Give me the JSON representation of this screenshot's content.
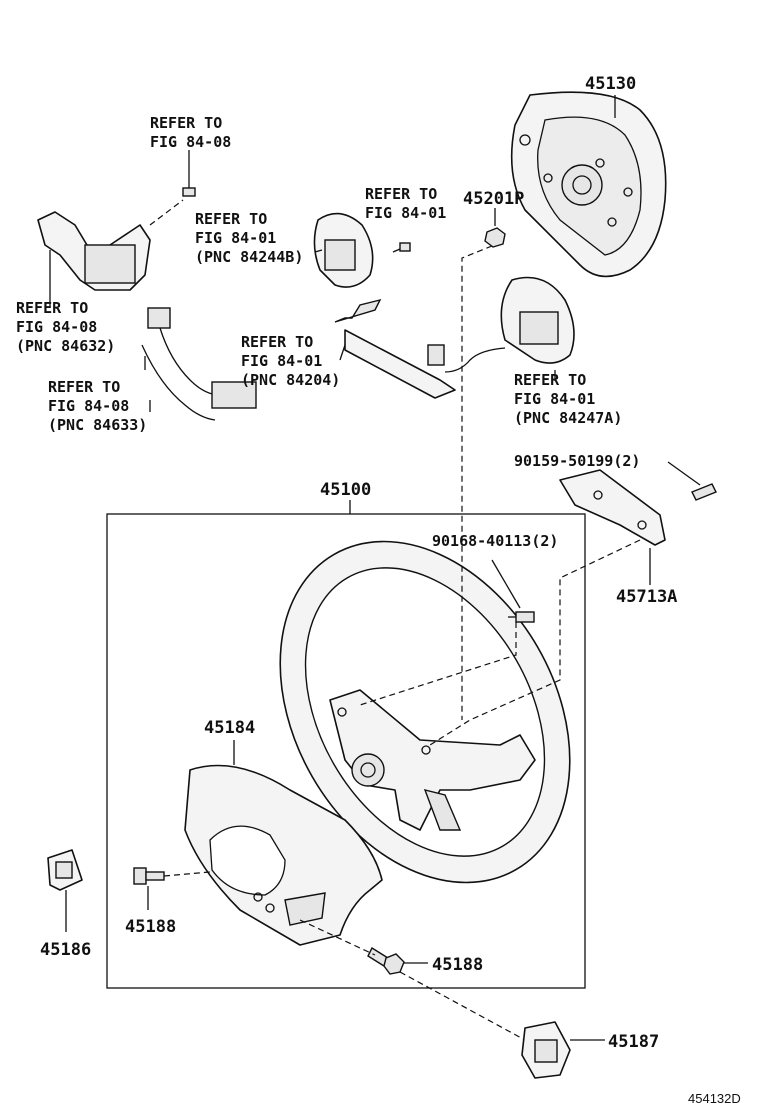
{
  "refs": {
    "r1": [
      "REFER TO",
      "FIG 84-08"
    ],
    "r2": [
      "REFER TO",
      "FIG 84-01",
      "(PNC 84244B)"
    ],
    "r3": [
      "REFER TO",
      "FIG 84-01"
    ],
    "r4": [
      "REFER TO",
      "FIG 84-08",
      "(PNC 84632)"
    ],
    "r5": [
      "REFER TO",
      "FIG 84-01",
      "(PNC 84204)"
    ],
    "r6": [
      "REFER TO",
      "FIG 84-08",
      "(PNC 84633)"
    ],
    "r7": [
      "REFER TO",
      "FIG 84-01",
      "(PNC 84247A)"
    ]
  },
  "parts": {
    "p45130": "45130",
    "p45201P": "45201P",
    "p90159": "90159-50199(2)",
    "p45100": "45100",
    "p90168": "90168-40113(2)",
    "p45713A": "45713A",
    "p45184": "45184",
    "p45186": "45186",
    "p45188a": "45188",
    "p45188b": "45188",
    "p45187": "45187"
  },
  "figure_id": "454132D"
}
